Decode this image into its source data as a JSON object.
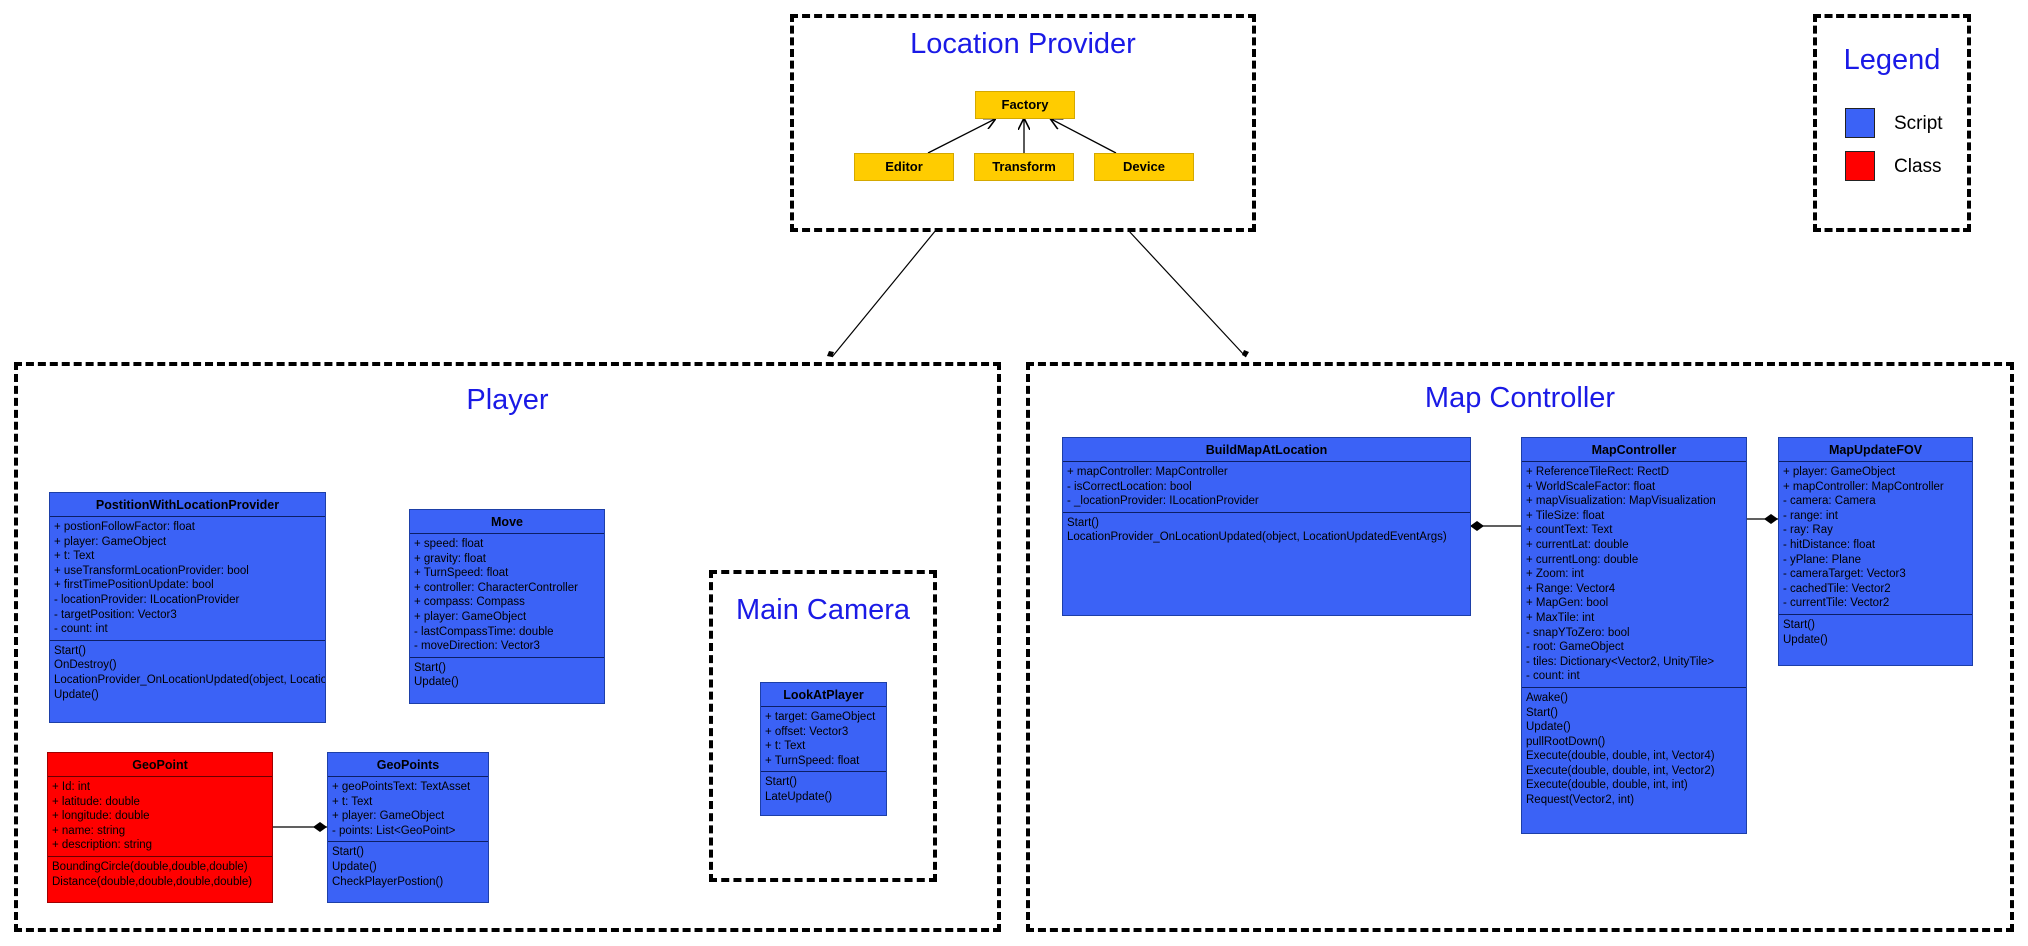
{
  "colors": {
    "script": "#3b62f6",
    "class": "#ff0000",
    "factory": "#ffcc00",
    "package_title": "#1a1ae6"
  },
  "location_provider": {
    "title": "Location Provider",
    "factory": "Factory",
    "editor": "Editor",
    "transform": "Transform",
    "device": "Device"
  },
  "legend": {
    "title": "Legend",
    "script_label": "Script",
    "class_label": "Class"
  },
  "player": {
    "title": "Player",
    "position_provider": {
      "name": "PostitionWithLocationProvider",
      "attributes": [
        "+ postionFollowFactor: float",
        "+ player: GameObject",
        "+ t: Text",
        "+ useTransformLocationProvider: bool",
        "+ firstTimePositionUpdate: bool",
        "- locationProvider: ILocationProvider",
        "- targetPosition: Vector3",
        "- count: int"
      ],
      "methods": [
        "Start()",
        "OnDestroy()",
        "LocationProvider_OnLocationUpdated(object, LocationUpdatedEventArgs)",
        "Update()"
      ]
    },
    "move": {
      "name": "Move",
      "attributes": [
        "+ speed: float",
        "+ gravity: float",
        "+ TurnSpeed: float",
        "+ controller: CharacterController",
        "+ compass: Compass",
        "+ player: GameObject",
        "- lastCompassTime: double",
        "- moveDirection: Vector3"
      ],
      "methods": [
        "Start()",
        "Update()"
      ]
    },
    "geopoint": {
      "name": "GeoPoint",
      "attributes": [
        "+ Id: int",
        "+ latitude: double",
        "+ longitude: double",
        "+ name: string",
        "+ description: string"
      ],
      "methods": [
        "BoundingCircle(double,double,double)",
        "Distance(double,double,double,double)"
      ]
    },
    "geopoints": {
      "name": "GeoPoints",
      "attributes": [
        "+ geoPointsText: TextAsset",
        "+ t: Text",
        "+ player: GameObject",
        "- points: List<GeoPoint>"
      ],
      "methods": [
        "Start()",
        "Update()",
        "CheckPlayerPostion()"
      ]
    }
  },
  "main_camera": {
    "title": "Main Camera",
    "look_at_player": {
      "name": "LookAtPlayer",
      "attributes": [
        "+ target: GameObject",
        "+ offset: Vector3",
        "+ t: Text",
        "+ TurnSpeed: float"
      ],
      "methods": [
        "Start()",
        "LateUpdate()"
      ]
    }
  },
  "map_controller": {
    "title": "Map Controller",
    "build_map": {
      "name": "BuildMapAtLocation",
      "attributes": [
        "+ mapController: MapController",
        "- isCorrectLocation: bool",
        "- _locationProvider: ILocationProvider"
      ],
      "methods": [
        "Start()",
        "LocationProvider_OnLocationUpdated(object, LocationUpdatedEventArgs)"
      ]
    },
    "map_controller_class": {
      "name": "MapController",
      "attributes": [
        "+ ReferenceTileRect: RectD",
        "+ WorldScaleFactor: float",
        "+ mapVisualization: MapVisualization",
        "+ TileSize: float",
        "+ countText: Text",
        "+ currentLat: double",
        "+ currentLong: double",
        "+ Zoom: int",
        "+ Range: Vector4",
        "+ MapGen: bool",
        "+ MaxTile: int",
        "- snapYToZero: bool",
        "- root: GameObject",
        "- tiles: Dictionary<Vector2, UnityTile>",
        "- count: int"
      ],
      "methods": [
        "Awake()",
        "Start()",
        "Update()",
        "pullRootDown()",
        "Execute(double, double, int, Vector4)",
        "Execute(double, double, int, Vector2)",
        "Execute(double, double, int, int)",
        "Request(Vector2, int)"
      ]
    },
    "map_update_fov": {
      "name": "MapUpdateFOV",
      "attributes": [
        "+ player: GameObject",
        "+ mapController: MapController",
        "- camera: Camera",
        "- range: int",
        "- ray: Ray",
        "- hitDistance: float",
        "- yPlane: Plane",
        "- cameraTarget: Vector3",
        "- cachedTile: Vector2",
        "- currentTile: Vector2"
      ],
      "methods": [
        "Start()",
        "Update()"
      ]
    }
  }
}
